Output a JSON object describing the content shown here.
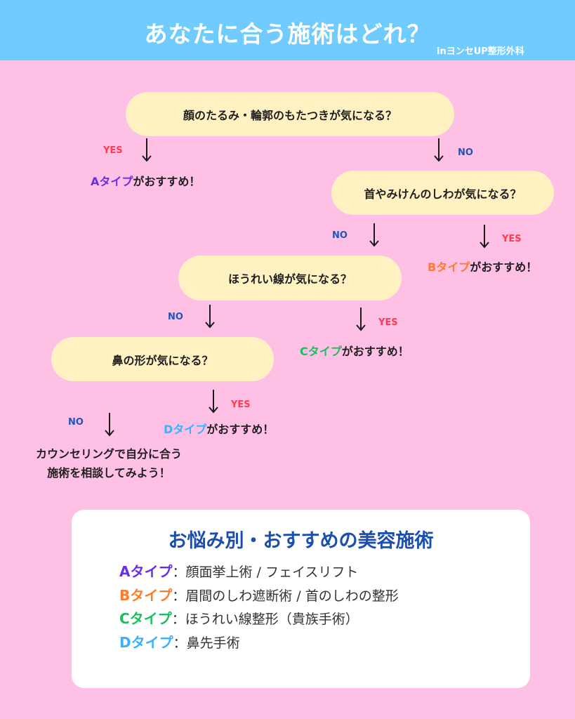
{
  "header": {
    "title": "あなたに合う施術はどれ？",
    "subtitle": "inヨンセUP整形外科",
    "bg_color": "#70cbff"
  },
  "colors": {
    "background": "#ffc0e6",
    "question_box": "#fff1c2",
    "yes": "#ff3b4e",
    "no": "#1f56b8",
    "type_a": "#6a2ee8",
    "type_b": "#ff7a2a",
    "type_c": "#1bbf5e",
    "type_d": "#3ab0ff",
    "panel_title": "#1a4fb0"
  },
  "flow": {
    "questions": [
      {
        "text": "顔のたるみ・輪郭のもたつきが気になる？"
      },
      {
        "text": "首やみけんのしわが気になる？"
      },
      {
        "text": "ほうれい線が気になる？"
      },
      {
        "text": "鼻の形が気になる？"
      }
    ],
    "yes_label": "YES",
    "no_label": "NO",
    "results": [
      {
        "type": "Aタイプ",
        "suffix": "がおすすめ！"
      },
      {
        "type": "Bタイプ",
        "suffix": "がおすすめ！"
      },
      {
        "type": "Cタイプ",
        "suffix": "がおすすめ！"
      },
      {
        "type": "Dタイプ",
        "suffix": "がおすすめ！"
      }
    ],
    "counsel": {
      "line1": "カウンセリングで自分に合う",
      "line2": "施術を相談してみよう！"
    }
  },
  "panel": {
    "title": "お悩み別・おすすめの美容施術",
    "rows": [
      {
        "type": "Aタイプ",
        "sep": "：",
        "desc": "顔面挙上術 / フェイスリフト"
      },
      {
        "type": "Bタイプ",
        "sep": "：",
        "desc": "眉間のしわ遮断術 / 首のしわの整形"
      },
      {
        "type": "Cタイプ",
        "sep": "：",
        "desc": "ほうれい線整形（貴族手術）"
      },
      {
        "type": "Dタイプ",
        "sep": "：",
        "desc": "鼻先手術"
      }
    ]
  }
}
